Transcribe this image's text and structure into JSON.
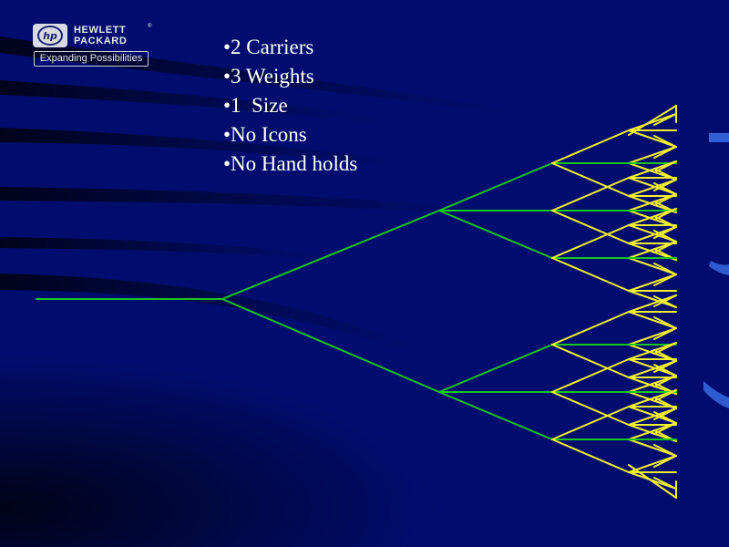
{
  "logo": {
    "mark": "hp",
    "name_line1": "HEWLETT",
    "name_line2": "PACKARD",
    "trademark": "®",
    "tagline": "Expanding Possibilities"
  },
  "bullets": [
    "•2 Carriers",
    "•3 Weights",
    "•1  Size",
    "•No Icons",
    "•No Hand holds"
  ],
  "colors": {
    "background": "#000d6e",
    "trunk_and_branches": "#17c51f",
    "leaf_branches": "#f5f02c",
    "edge_accent": "#3a6fe8"
  },
  "tree": {
    "levels": [
      "carrier",
      "weight",
      "size"
    ],
    "carriers": 2,
    "weights_per_carrier": 3,
    "sizes_per_weight": 1
  }
}
